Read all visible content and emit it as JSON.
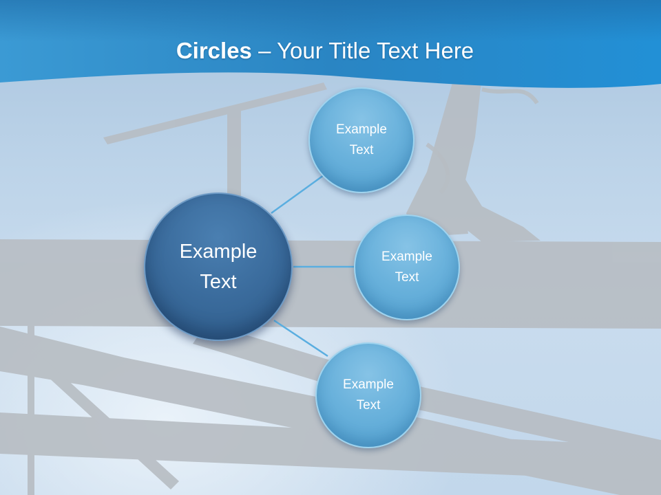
{
  "slide": {
    "title_bold": "Circles",
    "title_rest": " – Your Title Text Here"
  },
  "diagram": {
    "center": {
      "label": "Example\nText"
    },
    "nodes": [
      {
        "label": "Example\nText"
      },
      {
        "label": "Example\nText"
      },
      {
        "label": "Example\nText"
      }
    ]
  },
  "colors": {
    "header": "#2a8ccc",
    "center_fill": "#3a6b9c",
    "node_fill": "#6ab2dc",
    "connector": "#5aaee0",
    "silhouette": "#b8bfc6"
  }
}
